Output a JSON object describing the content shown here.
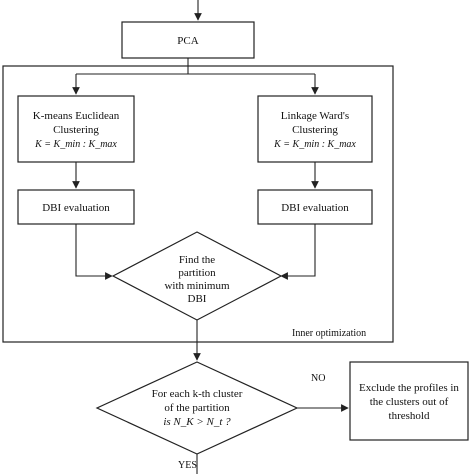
{
  "nodes": {
    "pca": "PCA",
    "kmeans": {
      "line1": "K-means Euclidean",
      "line2": "Clustering",
      "formula": "K = K_min : K_max"
    },
    "linkage": {
      "line1": "Linkage Ward's",
      "line2": "Clustering",
      "formula": "K = K_min : K_max"
    },
    "dbi_left": "DBI evaluation",
    "dbi_right": "DBI evaluation",
    "find_partition": {
      "line1": "Find the",
      "line2": "partition",
      "line3": "with minimum",
      "line4": "DBI"
    },
    "inner_optimization": "Inner optimization",
    "for_each": {
      "line1": "For each k-th cluster",
      "line2": "of the partition",
      "line3": "is N_K > N_t ?"
    },
    "exclude": {
      "line1": "Exclude the profiles in",
      "line2": "the clusters out of",
      "line3": "threshold"
    }
  },
  "labels": {
    "no": "NO",
    "yes": "YES"
  }
}
